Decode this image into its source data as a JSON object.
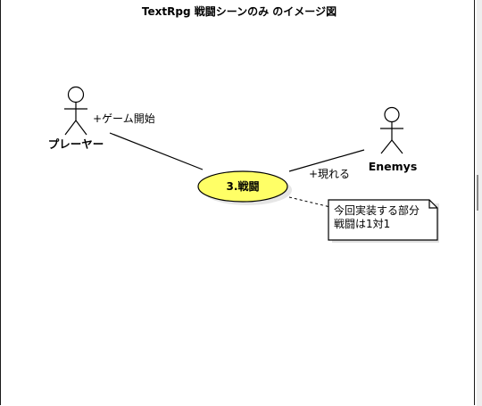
{
  "diagram": {
    "title": "TextRpg 戦闘シーンのみ のイメージ図",
    "actors": {
      "player": {
        "name": "プレーヤー",
        "association_label": "+ゲーム開始"
      },
      "enemy": {
        "name": "Enemys",
        "association_label": "+現れる"
      }
    },
    "use_case": {
      "label": "3.戦闘",
      "fill_color": "#ffff66"
    },
    "note": {
      "lines": [
        "今回実装する部分",
        "戦闘は1対1"
      ]
    }
  }
}
